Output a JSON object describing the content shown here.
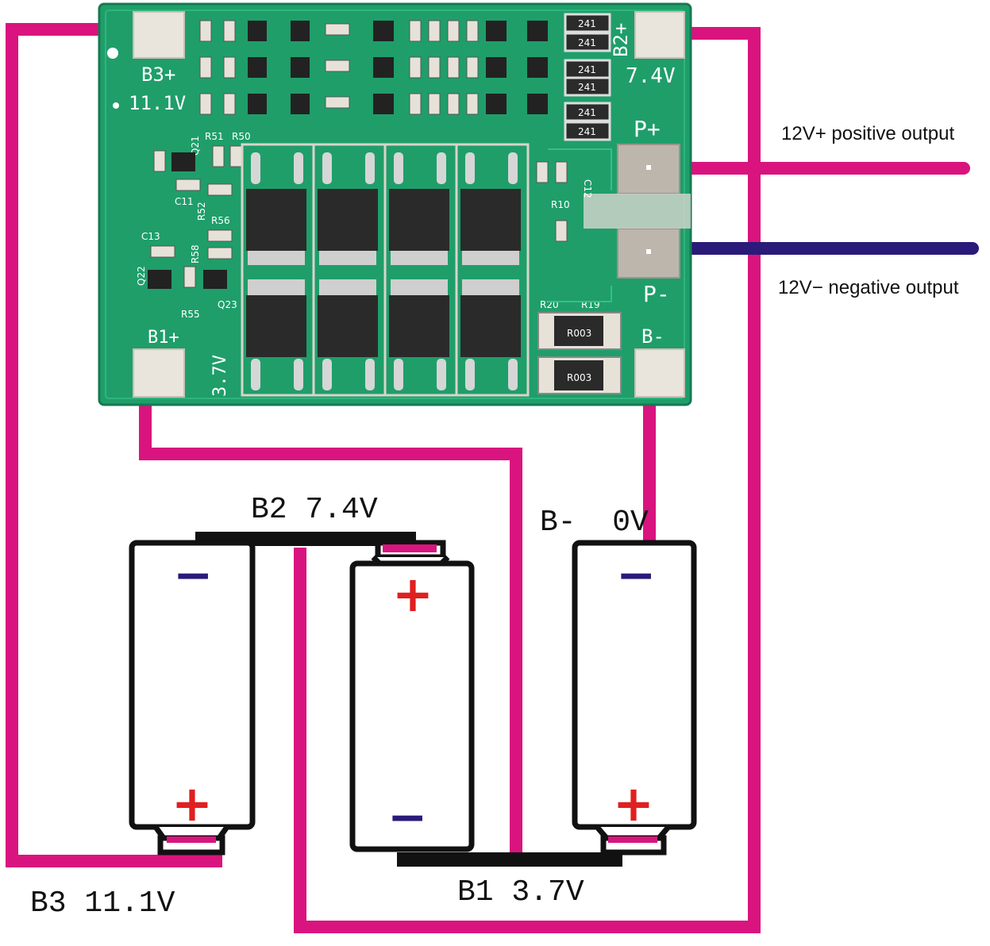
{
  "colors": {
    "wire_pink": "#d9147e",
    "wire_navy": "#2a1a7a",
    "pcb_green": "#1f9e6a",
    "pcb_green_light": "#2fb57e",
    "pad_fill": "#e9e4dc",
    "battery_outline": "#111111",
    "minus_mark": "#2a1a7a",
    "plus_mark": "#e02020"
  },
  "outputs": {
    "positive": "12V+ positive output",
    "negative": "12V− negative output"
  },
  "battery_labels": {
    "b2": "B2 7.4V",
    "b_minus": "B-  0V",
    "b3": "B3 11.1V",
    "b1": "B1 3.7V"
  },
  "board": {
    "b3_plus": "B3+",
    "v11": "11.1V",
    "b2_plus": "B2+",
    "v7": "7.4V",
    "p_plus": "P+",
    "p_minus": "P-",
    "b1_plus": "B1+",
    "v3": "3.7V",
    "b_minus": "B-",
    "r_labels": [
      "R51",
      "R50",
      "R52",
      "R56",
      "R58",
      "R55",
      "R10",
      "R20",
      "R19"
    ],
    "c_labels": [
      "C11",
      "C13",
      "C12"
    ],
    "q_labels": [
      "Q21",
      "Q22",
      "Q23"
    ],
    "resistor_codes": [
      "241",
      "241",
      "241",
      "241",
      "241",
      "241"
    ],
    "shunt_codes": [
      "R003",
      "R003"
    ]
  },
  "battery_terminals": {
    "minus": "−",
    "plus": "+"
  }
}
